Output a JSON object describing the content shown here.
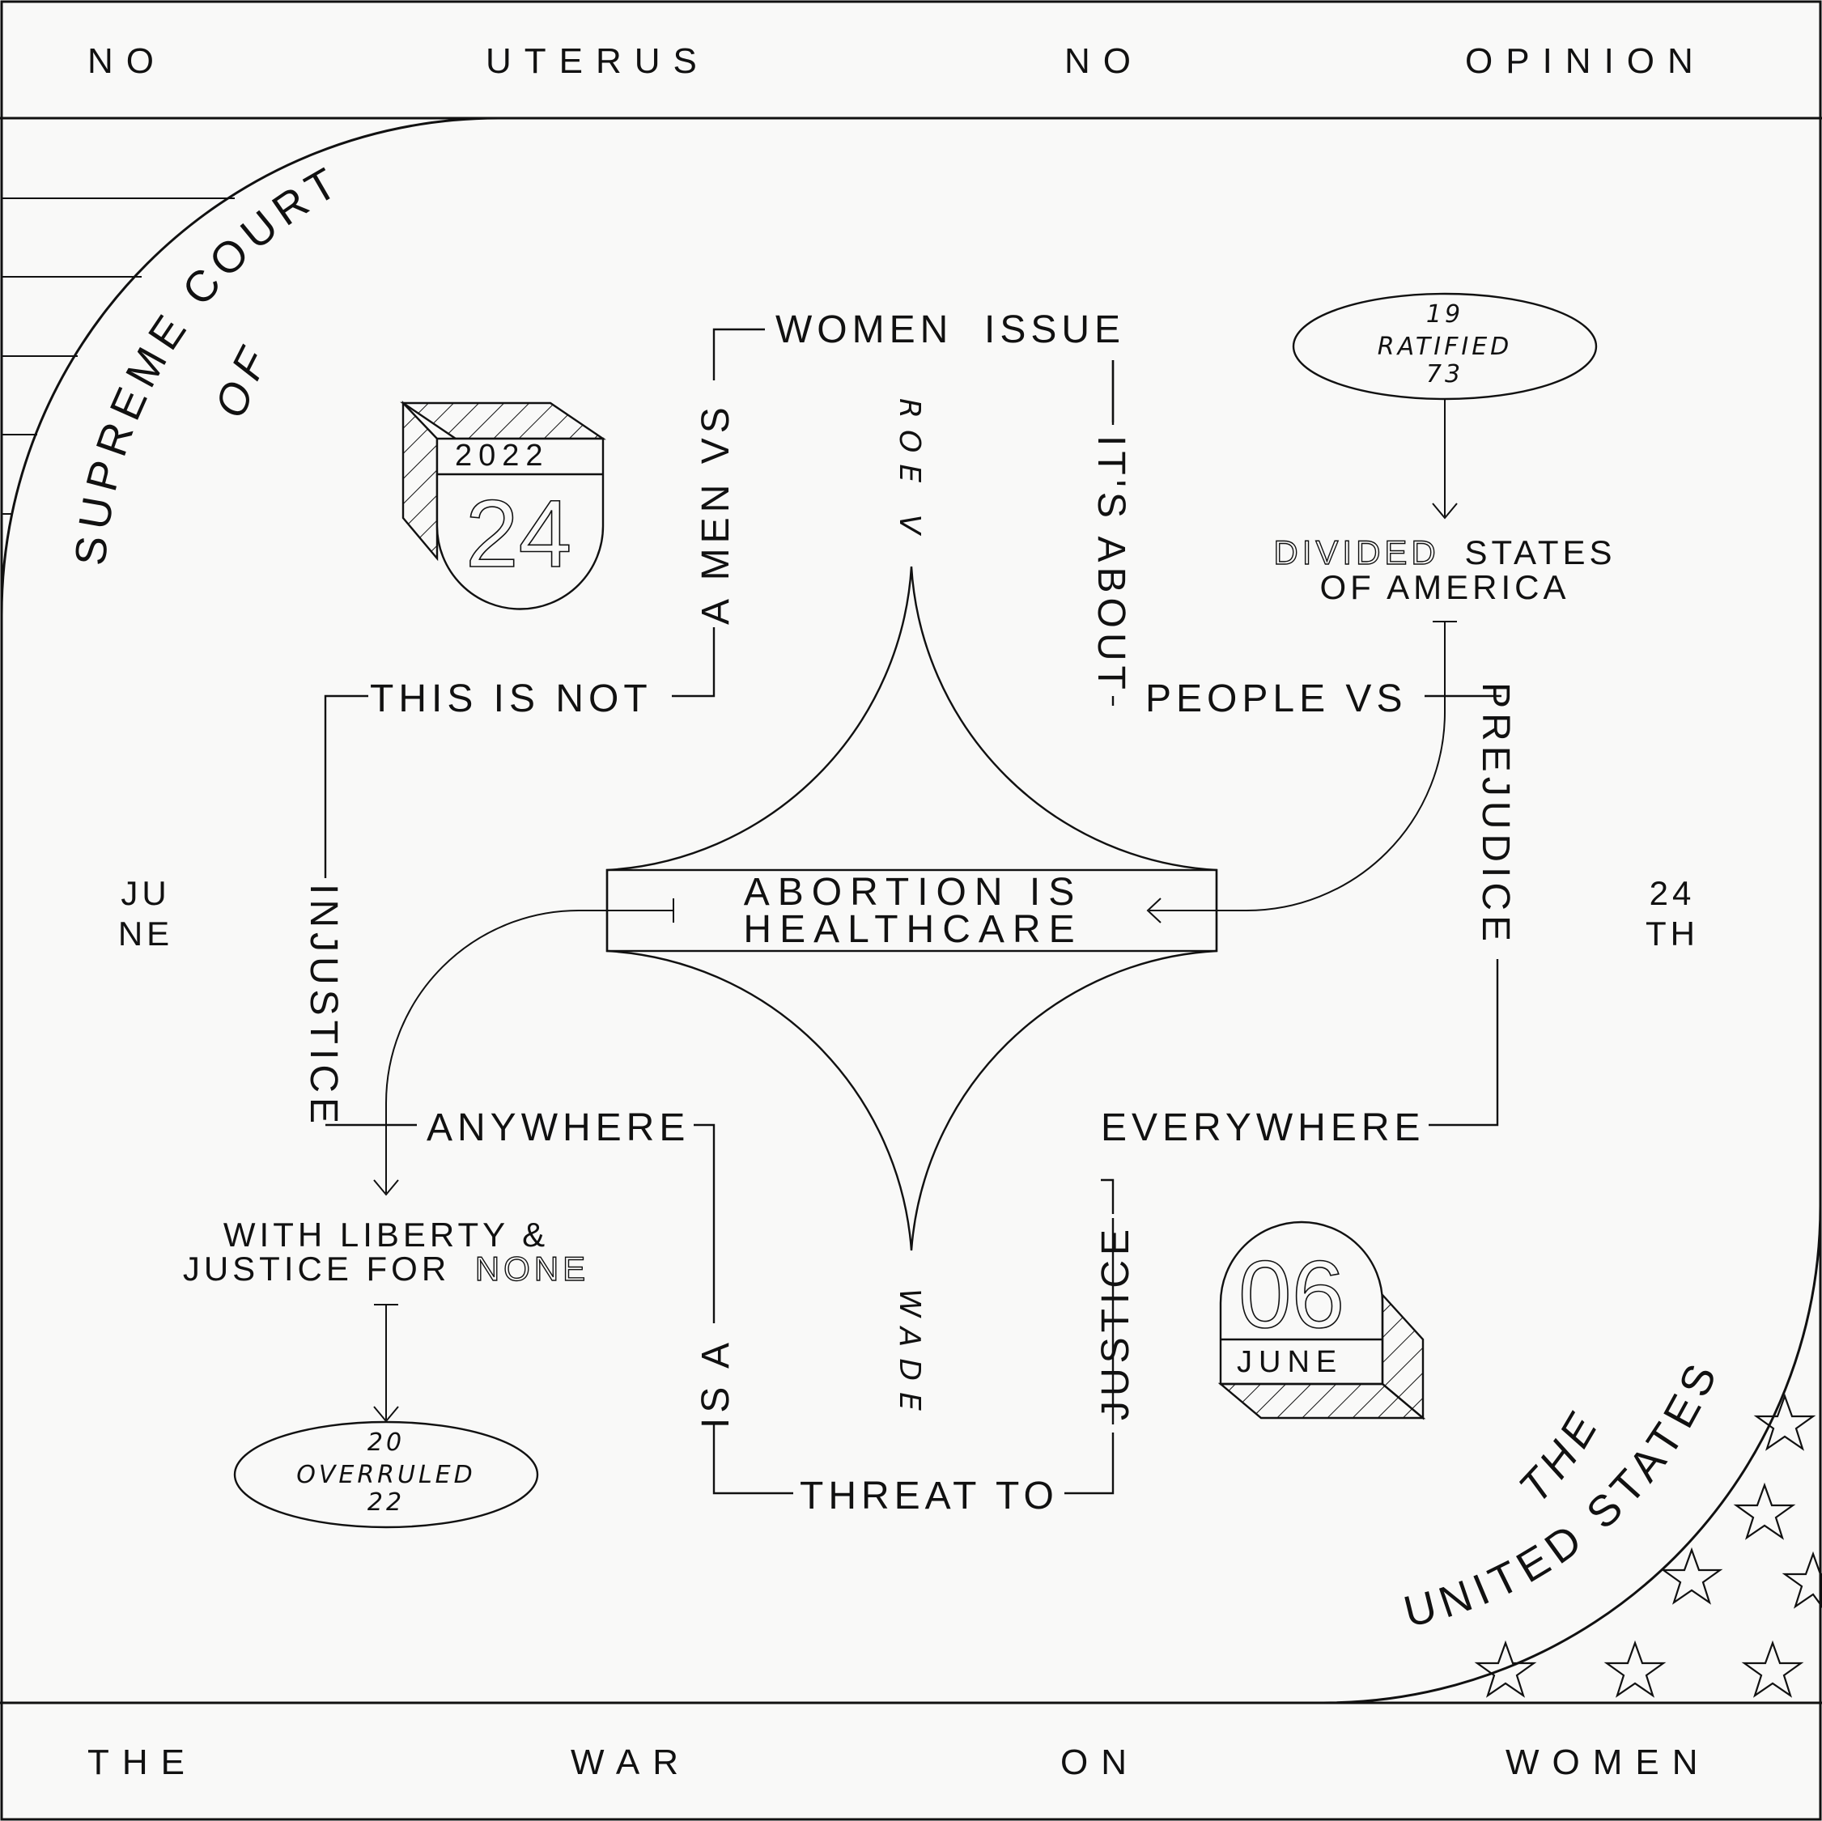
{
  "top_band": [
    "NO",
    "UTERUS",
    "NO",
    "OPINION"
  ],
  "bottom_band": [
    "THE",
    "WAR",
    "ON",
    "WOMEN"
  ],
  "arc_texts": {
    "supreme_court": "SUPREME COURT",
    "of": "OF",
    "the": "THE",
    "united_states": "UNITED STATES"
  },
  "badge_2022": {
    "year": "2022",
    "day": "24"
  },
  "badge_june": {
    "day": "06",
    "month": "JUNE"
  },
  "ellipse_ratified": {
    "top": "19",
    "middle": "RATIFIED",
    "bottom": "73"
  },
  "ellipse_overruled": {
    "top": "20",
    "middle": "OVERRULED",
    "bottom": "22"
  },
  "divided": {
    "outlined_word": "DIVIDED",
    "line1_rest": "STATES",
    "line2": "OF AMERICA"
  },
  "liberty": {
    "line1": "WITH LIBERTY &",
    "line2_start": "JUSTICE FOR",
    "outlined_word": "NONE"
  },
  "center": {
    "line1": "ABORTION IS",
    "line2": "HEALTHCARE"
  },
  "path_words": {
    "women_issue": "WOMEN  ISSUE",
    "a_men_vs": "A MEN VS",
    "this_is_not": "THIS IS NOT",
    "its_about": "IT'S ABOUT",
    "people_vs": "PEOPLE VS",
    "prejudice": "PREJUDICE",
    "injustice": "INJUSTICE",
    "anywhere": "ANYWHERE",
    "everywhere": "EVERYWHERE",
    "is_a": "IS A",
    "justice": "JUSTICE",
    "threat_to": "THREAT TO"
  },
  "vertical_deco": {
    "roe_v": "ROE V",
    "wade": "WADE"
  },
  "side_left": [
    "JU",
    "NE"
  ],
  "side_right": [
    "24",
    "TH"
  ],
  "colors": {
    "ink": "#111111",
    "paper": "#f9f9f8"
  }
}
